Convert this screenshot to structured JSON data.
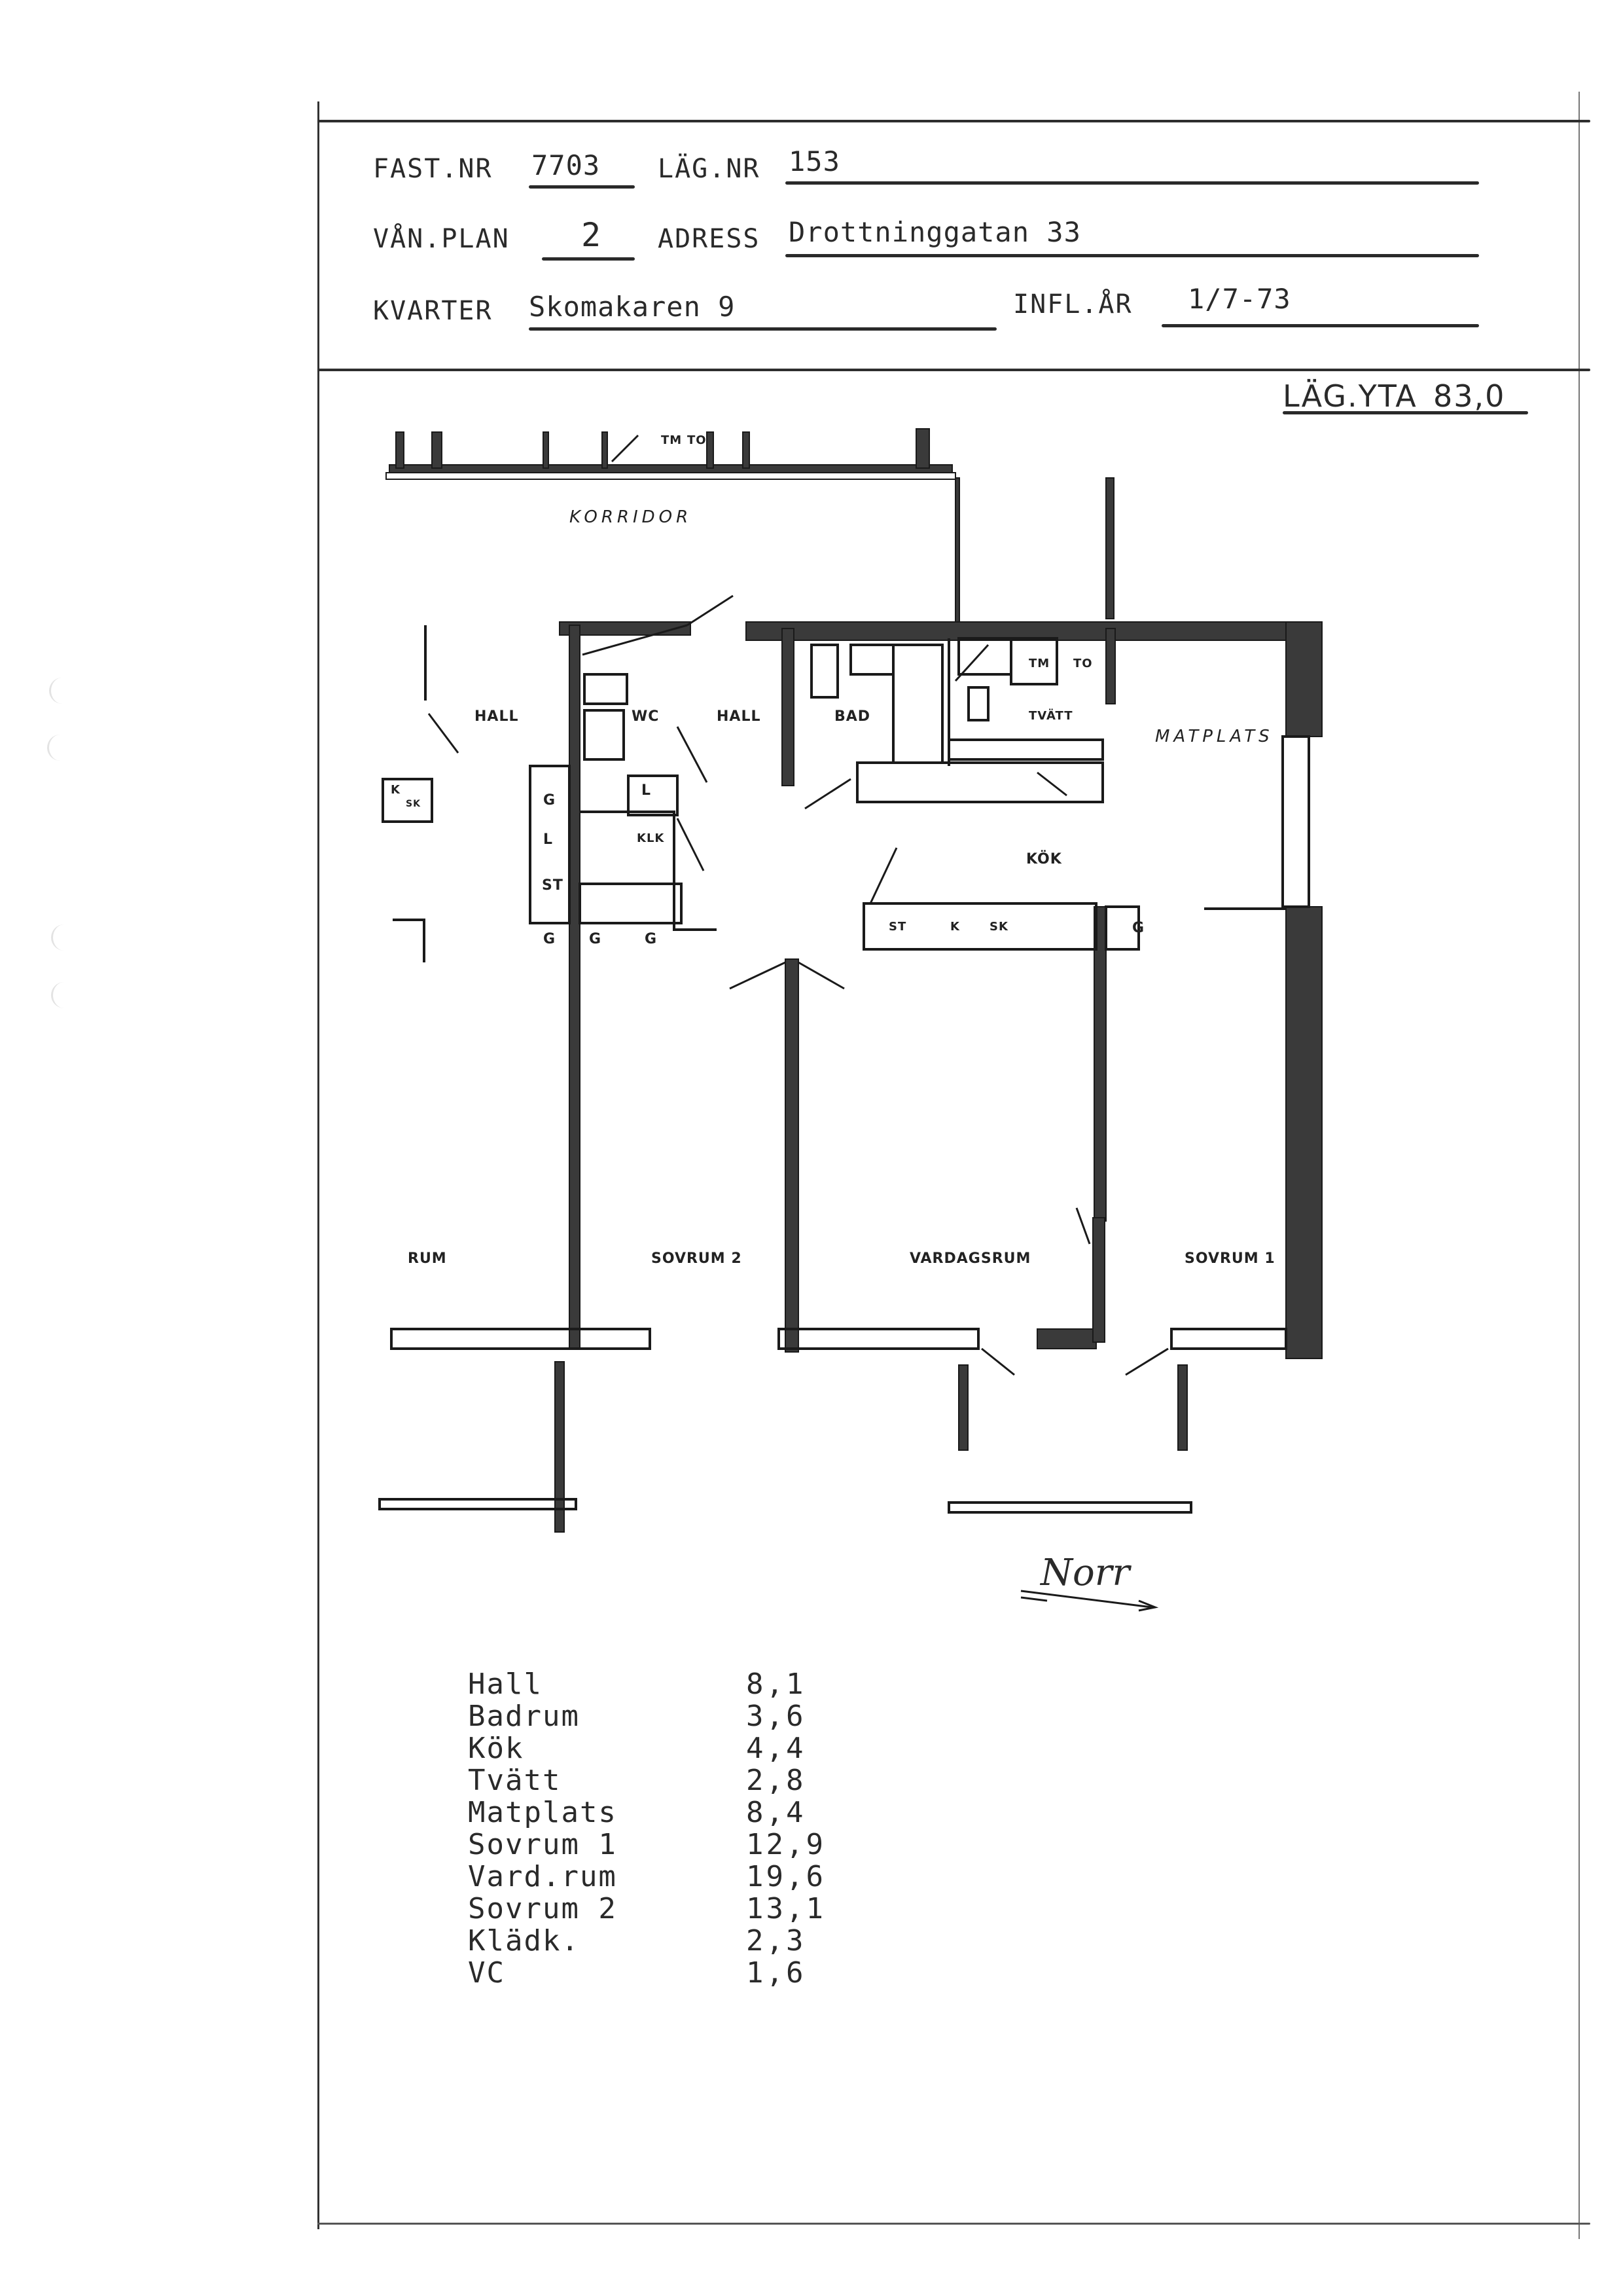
{
  "header": {
    "fast_nr": {
      "label": "FAST.NR",
      "value": "7703"
    },
    "lag_nr": {
      "label": "LÄG.NR",
      "value": "153"
    },
    "van_plan": {
      "label": "VÅN.PLAN",
      "value": "2"
    },
    "adress": {
      "label": "ADRESS",
      "value": "Drottninggatan 33"
    },
    "kvarter": {
      "label": "KVARTER",
      "value": "Skomakaren 9"
    },
    "infl_ar": {
      "label": "INFL.ÅR",
      "value": "1/7-73"
    }
  },
  "apartment_area": {
    "label": "LÄG.YTA",
    "value": "83,0"
  },
  "floor_plan": {
    "rooms": [
      {
        "id": "korridor",
        "label": "KORRIDOR"
      },
      {
        "id": "hall-left",
        "label": "HALL"
      },
      {
        "id": "wc",
        "label": "WC"
      },
      {
        "id": "hall",
        "label": "HALL"
      },
      {
        "id": "bad",
        "label": "BAD"
      },
      {
        "id": "tvatt",
        "label": "TVÄTT"
      },
      {
        "id": "matplats",
        "label": "MATPLATS"
      },
      {
        "id": "kok",
        "label": "KÖK"
      },
      {
        "id": "klk",
        "label": "KLK"
      },
      {
        "id": "rum",
        "label": "RUM"
      },
      {
        "id": "sovrum2",
        "label": "SOVRUM 2"
      },
      {
        "id": "vardagsrum",
        "label": "VARDAGSRUM"
      },
      {
        "id": "sovrum1",
        "label": "SOVRUM 1"
      }
    ],
    "fixtures": {
      "tm": "TM",
      "to": "TO",
      "tm2": "TM",
      "to2": "TO",
      "g1": "G",
      "l1": "L",
      "st1": "ST",
      "g2": "G",
      "g3": "G",
      "g4": "G",
      "l2": "L",
      "k_left": "K",
      "sk_left": "SK",
      "st2": "ST",
      "k2": "K",
      "sk2": "SK",
      "g5": "G"
    },
    "north_label": "Norr"
  },
  "room_areas": [
    {
      "name": "Hall",
      "area": "8,1"
    },
    {
      "name": "Badrum",
      "area": "3,6"
    },
    {
      "name": "Kök",
      "area": "4,4"
    },
    {
      "name": "Tvätt",
      "area": "2,8"
    },
    {
      "name": "Matplats",
      "area": "8,4"
    },
    {
      "name": "Sovrum 1",
      "area": "12,9"
    },
    {
      "name": "Vard.rum",
      "area": "19,6"
    },
    {
      "name": "Sovrum 2",
      "area": "13,1"
    },
    {
      "name": "Klädk.",
      "area": "2,3"
    },
    {
      "name": "VC",
      "area": "1,6"
    }
  ]
}
